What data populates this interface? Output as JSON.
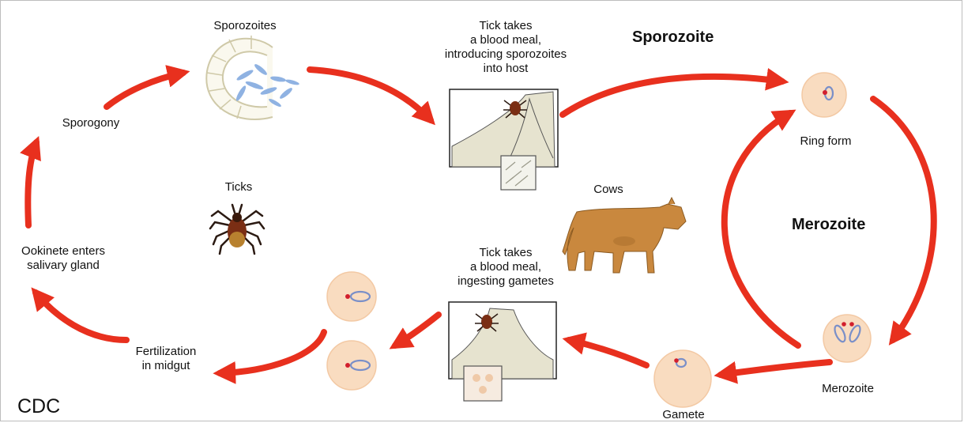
{
  "title": "",
  "labels": {
    "sporozoites": "Sporozoites",
    "sporogony": "Sporogony",
    "ticks": "Ticks",
    "ookinete": "Ookinete enters\nsalivary gland",
    "fertilization": "Fertilization\nin midgut",
    "tick_meal_top": "Tick takes\na blood meal,\nintroducing sporozoites\ninto host",
    "tick_meal_bottom": "Tick takes\na blood meal,\ningesting gametes",
    "cows": "Cows",
    "ring_form": "Ring form",
    "merozoite_small": "Merozoite",
    "gamete": "Gamete"
  },
  "headings": {
    "sporozoite": "Sporozoite",
    "merozoite": "Merozoite"
  },
  "credit": "CDC",
  "colors": {
    "arrow": "#e8301e",
    "cell_fill": "#f9dcc0",
    "cell_edge": "#f3c9a4",
    "parasite_blue": "#7a8fc8",
    "nucleus_red": "#d21f2d",
    "cow": "#c9883e",
    "tick_body": "#7a2e14"
  },
  "icons": [
    "sporocyst-icon",
    "tick-icon",
    "cow-icon",
    "ring-form-cell-icon",
    "merozoite-cell-icon",
    "gamete-cell-icon",
    "blood-meal-panel-icon"
  ]
}
